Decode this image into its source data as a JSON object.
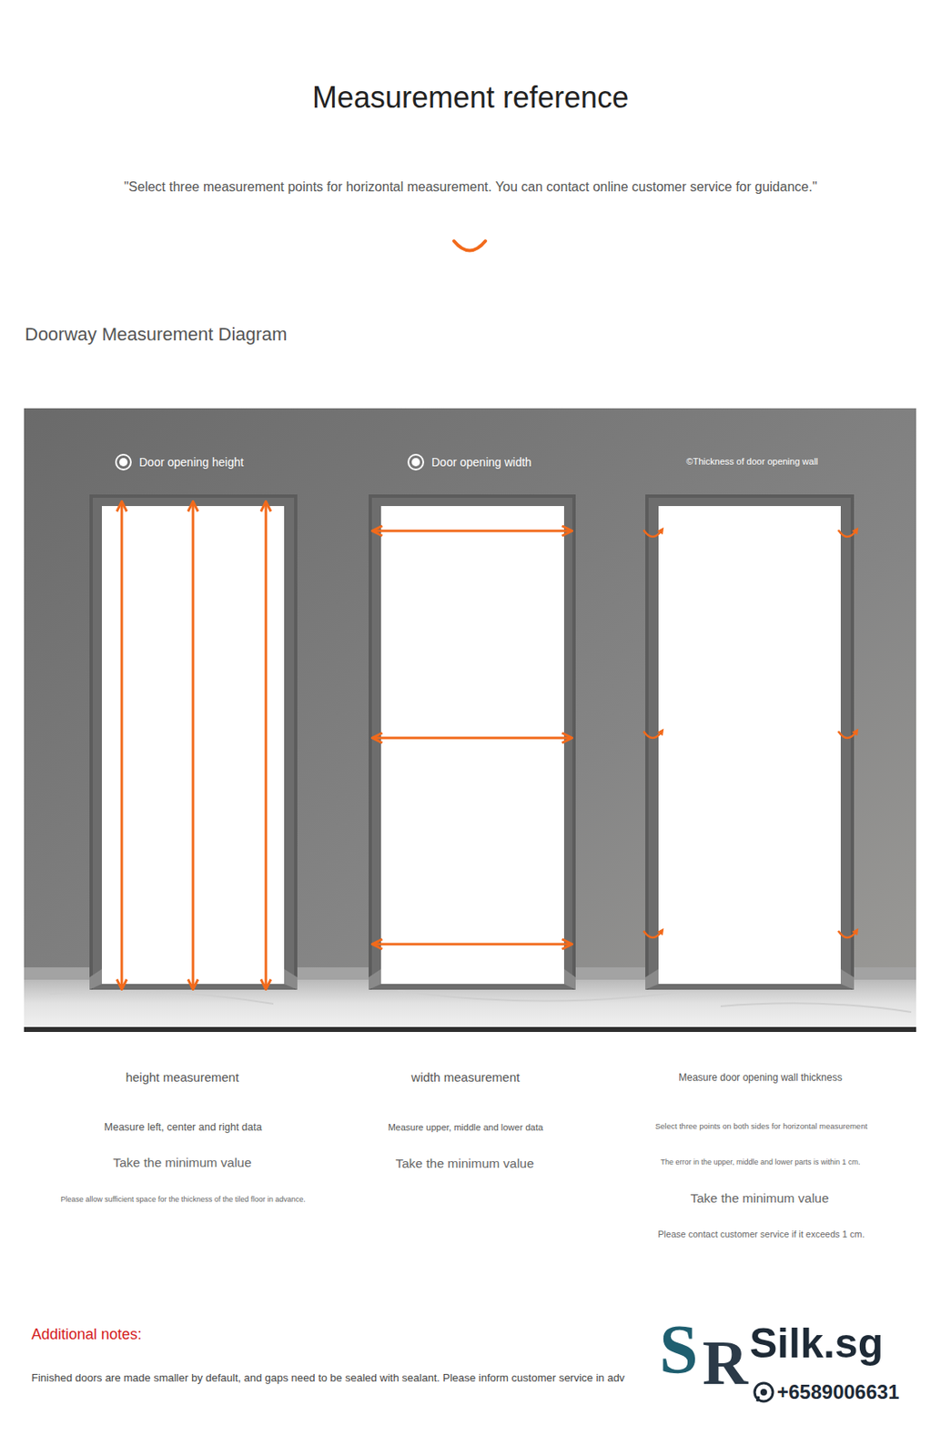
{
  "diagram": {
    "title": "Measurement reference",
    "labels": [
      "\"Select three measurement points for horizontal measurement. You can contact online customer service for guidance.\"",
      "Doorway Measurement Diagram",
      "Door opening height",
      "Door opening width",
      "©Thickness of door opening wall",
      "height measurement",
      "Measure left, center and right data",
      "Take the minimum value",
      "Please allow sufficient space for the thickness of the tiled floor in advance.",
      "width measurement",
      "Measure upper, middle and lower data",
      "Take the minimum value",
      "Measure door opening wall thickness",
      "Select three points on both sides for horizontal measurement",
      "The error in the upper, middle and lower parts is within 1 cm.",
      "Take the minimum value",
      "Please contact customer service if it exceeds 1 cm.",
      "Additional notes:",
      "Finished doors are made smaller by default, and gaps need to be sealed with sealant. Please inform customer service in adv",
      "S",
      "R",
      "Silk.sg",
      "+6589006631"
    ]
  }
}
